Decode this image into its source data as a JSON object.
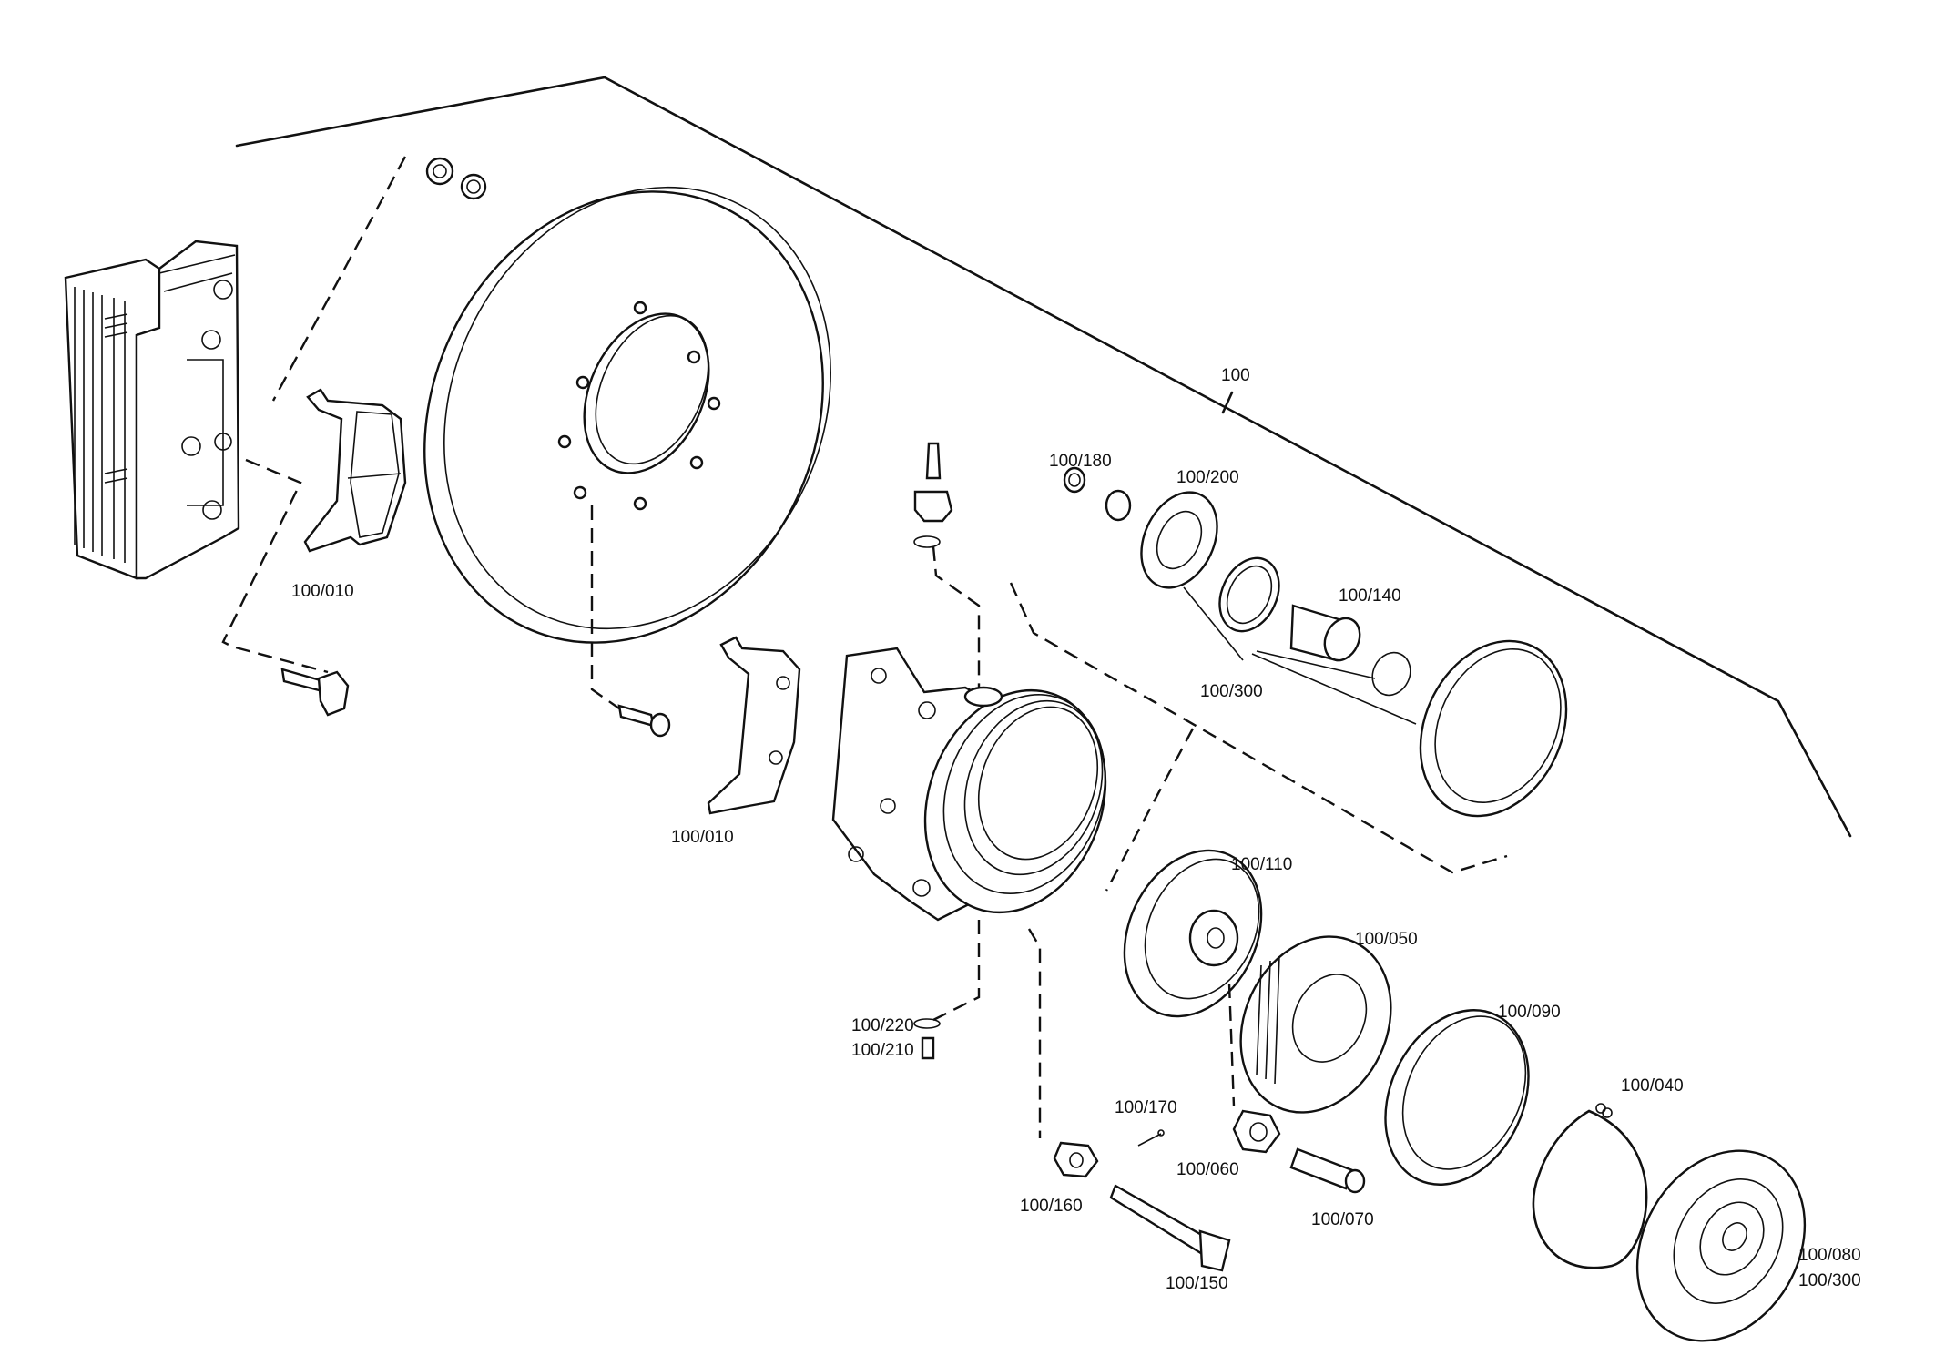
{
  "callouts": {
    "c100": "100",
    "c010a": "100/010",
    "c010b": "100/010",
    "c180": "100/180",
    "c200": "100/200",
    "c140": "100/140",
    "c300a": "100/300",
    "c110": "100/110",
    "c050": "100/050",
    "c090": "100/090",
    "c040": "100/040",
    "c080": "100/080",
    "c300b": "100/300",
    "c220": "100/220",
    "c210": "100/210",
    "c170": "100/170",
    "c160": "100/160",
    "c060": "100/060",
    "c070": "100/070",
    "c150": "100/150"
  }
}
